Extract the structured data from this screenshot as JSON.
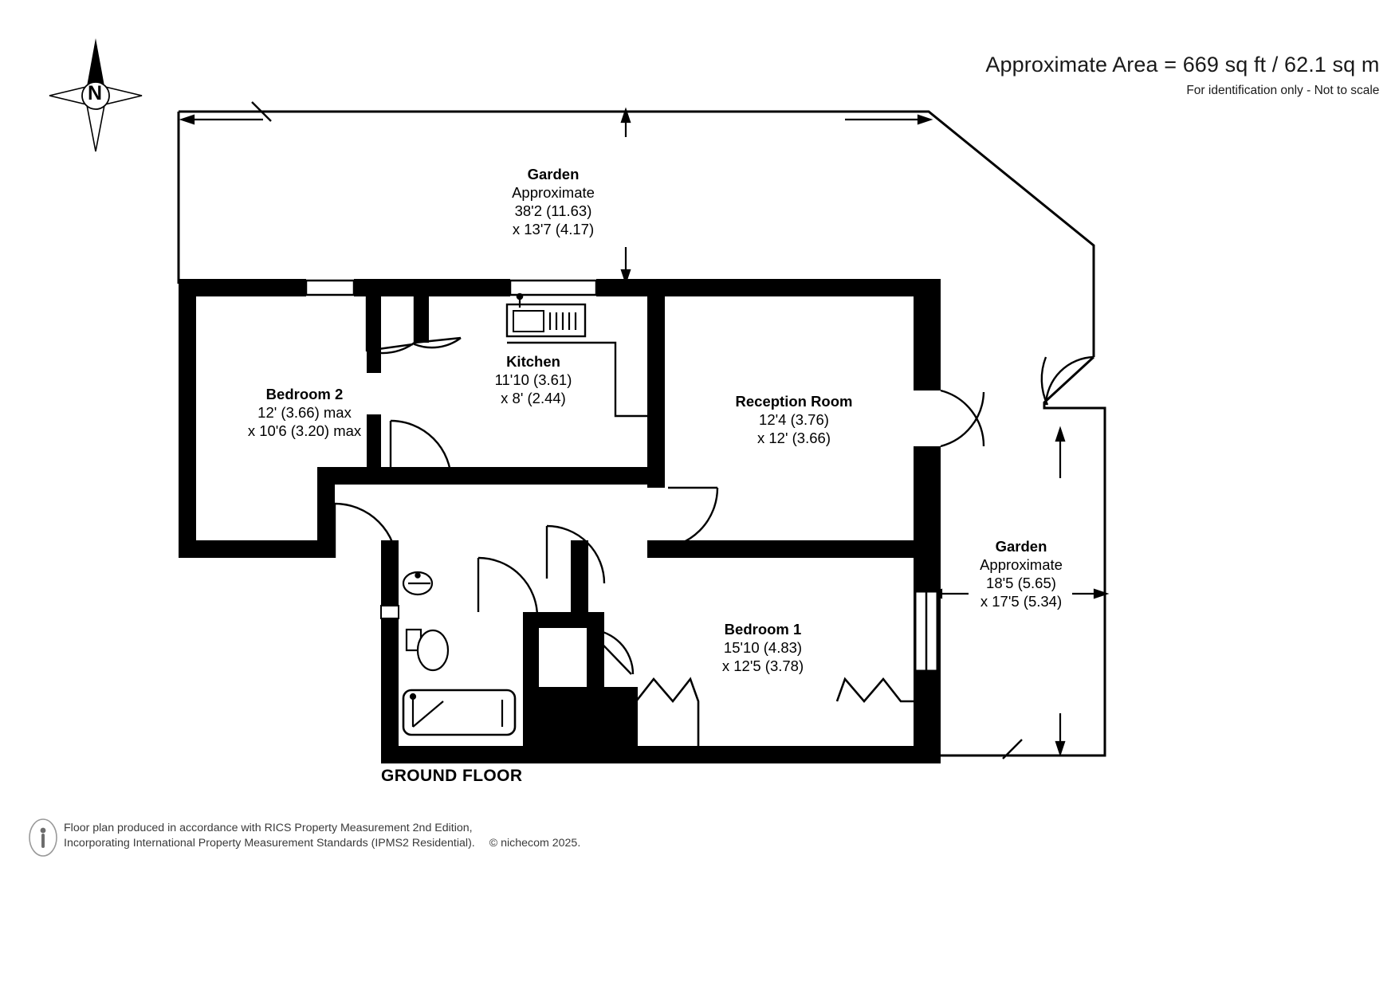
{
  "header": {
    "area_title": "Approximate Area = 669 sq ft / 62.1 sq m",
    "disclaimer": "For identification only - Not to scale"
  },
  "compass": {
    "north_label": "N",
    "icon": "compass-rose-icon"
  },
  "floor_label": "GROUND FLOOR",
  "rooms": [
    {
      "id": "garden-top",
      "name": "Garden",
      "qualifier": "Approximate",
      "dim_line1": "38'2 (11.63)",
      "dim_line2": "x 13'7 (4.17)"
    },
    {
      "id": "bedroom-2",
      "name": "Bedroom 2",
      "qualifier": "",
      "dim_line1": "12' (3.66) max",
      "dim_line2": "x 10'6 (3.20) max"
    },
    {
      "id": "kitchen",
      "name": "Kitchen",
      "qualifier": "",
      "dim_line1": "11'10 (3.61)",
      "dim_line2": "x 8' (2.44)"
    },
    {
      "id": "reception-room",
      "name": "Reception Room",
      "qualifier": "",
      "dim_line1": "12'4 (3.76)",
      "dim_line2": "x 12' (3.66)"
    },
    {
      "id": "bedroom-1",
      "name": "Bedroom 1",
      "qualifier": "",
      "dim_line1": "15'10 (4.83)",
      "dim_line2": "x 12'5 (3.78)"
    },
    {
      "id": "garden-right",
      "name": "Garden",
      "qualifier": "Approximate",
      "dim_line1": "18'5 (5.65)",
      "dim_line2": "x 17'5 (5.34)"
    }
  ],
  "footer": {
    "line1": "Floor plan produced in accordance with RICS Property Measurement 2nd Edition,",
    "line2_a": "Incorporating International Property Measurement Standards (IPMS2 Residential).",
    "line2_b": "© nichecom 2025.",
    "icon": "person-info-icon"
  },
  "colors": {
    "wall": "#000000",
    "text": "#000000",
    "muted": "#3a3a3a",
    "background": "#ffffff"
  }
}
